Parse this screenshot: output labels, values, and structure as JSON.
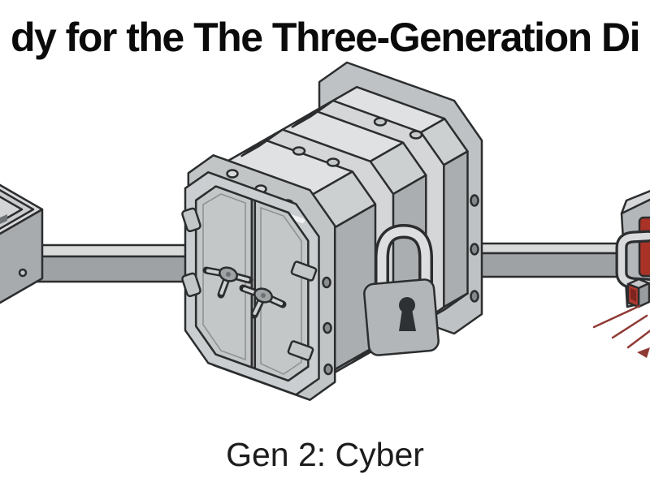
{
  "header": {
    "title": "dy for the The Three-Generation Di"
  },
  "caption": {
    "label": "Gen 2: Cyber"
  },
  "illustration": {
    "alt": "Gray isometric bank vault with double doors, three-spoke spinner handles and a padlock, joined by a horizontal metal beam to a partially visible device on the left edge and a partially visible red-screen device emitting red beams on the right edge",
    "elements": [
      "left-device",
      "connector-beam",
      "vault",
      "padlock",
      "right-device",
      "red-screen",
      "laser-beams"
    ],
    "colors": {
      "background": "#ffffff",
      "outline": "#2b2d2e",
      "metal_lightest": "#e0e1e2",
      "metal_light": "#d4d6d7",
      "metal_mid": "#c4c7c8",
      "metal_dark": "#a8abad",
      "metal_darkest": "#9b9ea0",
      "alert_red": "#a93226",
      "beam_red": "#8f3a34",
      "title_text": "#0b0b0b",
      "caption_text": "#1c1c1c"
    }
  }
}
